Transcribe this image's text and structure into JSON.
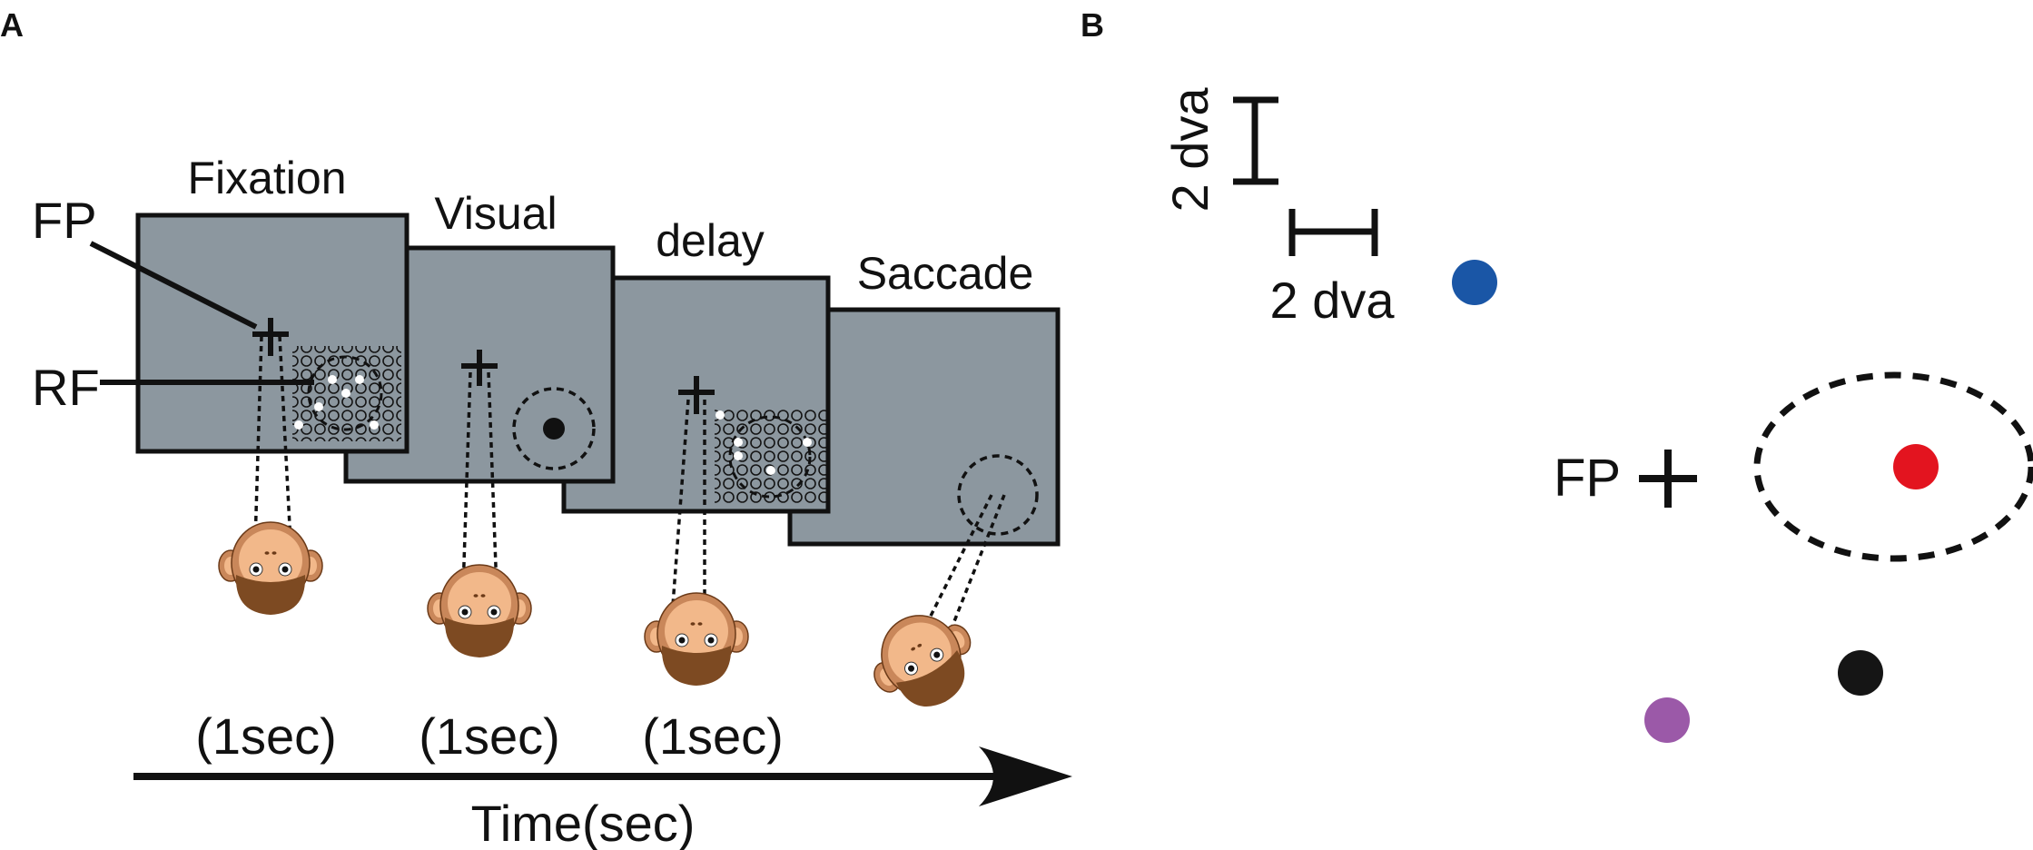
{
  "panel_a": {
    "letter": "A",
    "epochs": {
      "fixation": "Fixation",
      "visual": "Visual",
      "delay": "delay",
      "saccade": "Saccade"
    },
    "fp_label": "FP",
    "rf_label": "RF",
    "durations": [
      "(1sec)",
      "(1sec)",
      "(1sec)"
    ],
    "time_axis_label": "Time(sec)"
  },
  "panel_b": {
    "letter": "B",
    "scale_vertical": "2 dva",
    "scale_horizontal": "2 dva",
    "fp_label": "FP",
    "dots": [
      {
        "color": "#1a56a6"
      },
      {
        "color": "#e3141f"
      },
      {
        "color": "#151515"
      },
      {
        "color": "#9b59a8"
      }
    ]
  },
  "colors": {
    "screen": "#8c979f",
    "monkey_face": "#f2b88a",
    "monkey_head": "#c9875a",
    "monkey_beard": "#7d4a22"
  }
}
